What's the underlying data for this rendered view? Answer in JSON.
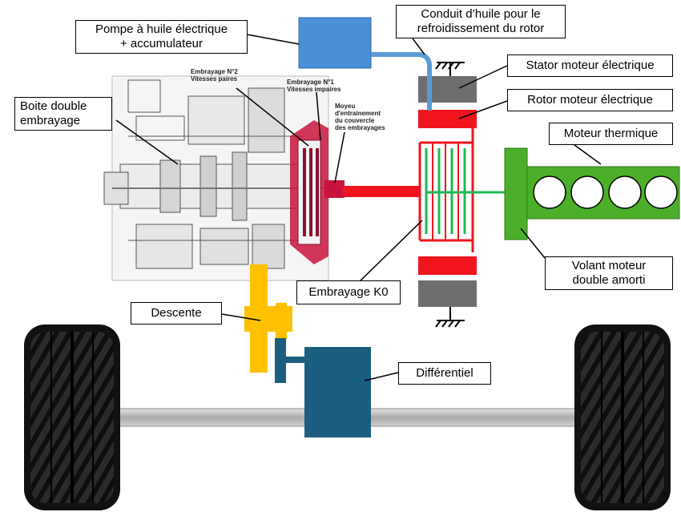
{
  "labels": {
    "pompe": [
      "Pompe à huile électrique",
      "+ accumulateur"
    ],
    "conduit": [
      "Conduit d’huile pour le",
      "refroidissement du rotor"
    ],
    "stator": "Stator moteur électrique",
    "rotor": "Rotor moteur électrique",
    "thermique": "Moteur thermique",
    "boite": [
      "Boite double",
      "embrayage"
    ],
    "volant": [
      "Volant moteur",
      "double amorti"
    ],
    "k0": "Embrayage K0",
    "descente": "Descente",
    "differentiel": "Différentiel"
  },
  "small_labels": {
    "embrayage2": [
      "Embrayage N°2",
      "Vitesses paires"
    ],
    "embrayage1": [
      "Embrayage N°1",
      "Vitesses impaires"
    ],
    "moyeu": [
      "Moyeu",
      "d'entrainement",
      "du couvercle",
      "des embrayages"
    ]
  },
  "colors": {
    "pump_blue": "#4A90D9",
    "oil_line": "#5B9BD5",
    "stator_gray": "#6E6E6E",
    "rotor_red": "#F0141E",
    "clutch_green": "#1DB954",
    "engine_green": "#4CAF2A",
    "descent_yellow": "#FFC000",
    "diff_teal": "#1B5E80",
    "axle_gray": "#BDBDBD"
  }
}
